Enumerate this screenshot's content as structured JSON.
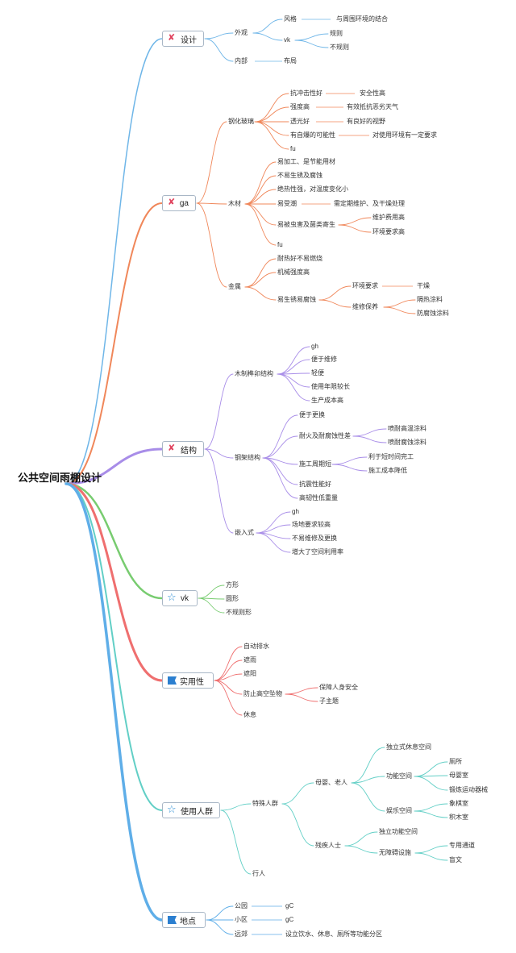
{
  "root": "公共空间雨棚设计",
  "branches": [
    {
      "key": "design",
      "label": "设计",
      "icon": "design-icon",
      "color": "#6fb6e8"
    },
    {
      "key": "ga",
      "label": "ga",
      "icon": "design-icon",
      "color": "#f0875a"
    },
    {
      "key": "structure",
      "label": "结构",
      "icon": "design-icon",
      "color": "#a88de8"
    },
    {
      "key": "vk",
      "label": "vk",
      "icon": "star-icon",
      "color": "#78cc70"
    },
    {
      "key": "practical",
      "label": "实用性",
      "icon": "flag-icon",
      "color": "#ef6f6f"
    },
    {
      "key": "users",
      "label": "使用人群",
      "icon": "star-icon",
      "color": "#62cfc6"
    },
    {
      "key": "place",
      "label": "地点",
      "icon": "flag-icon",
      "color": "#5faee8"
    }
  ],
  "design": {
    "appearance": "外观",
    "style": "风格",
    "style_desc": "与周围环境的结合",
    "vk": "vk",
    "regular": "规则",
    "irregular": "不规则",
    "interior": "内部",
    "layout": "布局"
  },
  "ga": {
    "glass": "钢化玻璃",
    "g1": "抗冲击性好",
    "g1a": "安全性高",
    "g2": "强度高",
    "g2a": "有效抵抗恶劣天气",
    "g3": "透光好",
    "g3a": "有良好的视野",
    "g4": "有自爆的可能性",
    "g4a": "对使用环境有一定要求",
    "g5": "fu",
    "wood": "木材",
    "w1": "易加工、是节能用材",
    "w2": "不易生锈及腐蚀",
    "w3": "绝热性强，对温度变化小",
    "w4": "易受潮",
    "w4a": "需定期维护、及干燥处理",
    "w5": "易被虫害及菌类寄生",
    "w5a": "维护费用高",
    "w5b": "环境要求高",
    "w6": "fu",
    "metal": "金属",
    "m1": "耐热好不易燃烧",
    "m2": "机械强度高",
    "m3": "易生锈易腐蚀",
    "m3a": "环境要求",
    "m3a1": "干燥",
    "m3b": "维修保养",
    "m3b1": "隔热涂料",
    "m3b2": "防腐蚀涂料"
  },
  "structure": {
    "mortise": "木制榫卯结构",
    "mo1": "gh",
    "mo2": "便于维修",
    "mo3": "轻便",
    "mo4": "使用年限较长",
    "mo5": "生产成本高",
    "steel": "钢架结构",
    "s1": "便于更换",
    "s2": "耐火及耐腐蚀性差",
    "s2a": "喷耐高温涂料",
    "s2b": "喷耐腐蚀涂料",
    "s3": "施工周期短",
    "s3a": "利于短时间完工",
    "s3b": "施工成本降低",
    "s4": "抗震性能好",
    "s5": "高韧性低重量",
    "embed": "嵌入式",
    "e1": "gh",
    "e2": "场地要求较高",
    "e3": "不易维修及更换",
    "e4": "增大了空间利用率"
  },
  "vk": {
    "square": "方形",
    "round": "圆形",
    "irregular": "不规则形"
  },
  "practical": {
    "p1": "自动排水",
    "p2": "遮雨",
    "p3": "遮阳",
    "p4": "防止高空坠物",
    "p4a": "保障人身安全",
    "p4b": "子主题",
    "p5": "休息"
  },
  "users": {
    "special": "特殊人群",
    "mothers": "母婴、老人",
    "rest_space": "独立式休息空间",
    "func_space": "功能空间",
    "toilet": "厕所",
    "nursery": "母婴室",
    "fitness": "锻炼运动器械",
    "fun_space": "娱乐空间",
    "chess": "象棋室",
    "blocks": "积木室",
    "disabled": "残疾人士",
    "indep_func": "独立功能空间",
    "barrier_free": "无障碍设施",
    "passage": "专用通道",
    "braille": "盲文",
    "pedestrians": "行人"
  },
  "place": {
    "park": "公园",
    "park_v": "gC",
    "community": "小区",
    "community_v": "gC",
    "suburb": "远郊",
    "suburb_v": "设立饮水、休息、厕所等功能分区"
  }
}
